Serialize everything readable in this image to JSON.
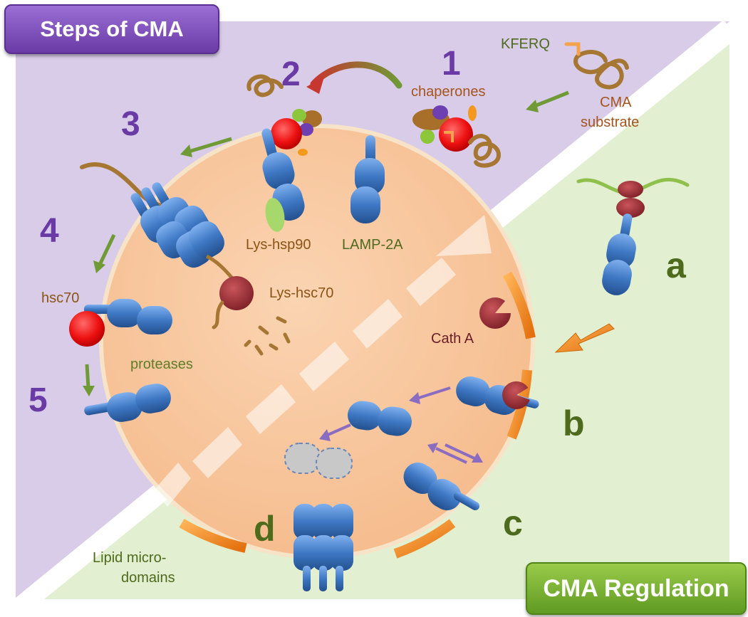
{
  "badges": {
    "steps": "Steps of CMA",
    "regulation": "CMA Regulation"
  },
  "step_numbers": [
    "1",
    "2",
    "3",
    "4",
    "5"
  ],
  "regulation_letters": [
    "a",
    "b",
    "c",
    "d"
  ],
  "labels": {
    "kferq": "KFERQ",
    "chaperones": "chaperones",
    "cma_substrate_1": "CMA",
    "cma_substrate_2": "substrate",
    "lys_hsp90": "Lys-hsp90",
    "lamp2a": "LAMP-2A",
    "lys_hsc70": "Lys-hsc70",
    "hsc70": "hsc70",
    "proteases": "proteases",
    "cath_a": "Cath A",
    "lipid_1": "Lipid micro-",
    "lipid_2": "domains"
  },
  "colors": {
    "steps_panel": "#d9cce8",
    "regulation_panel": "#e2efd0",
    "lysosome": "#f8c9a1",
    "lamp2a_blue": "#3f78c4",
    "hsc70_red": "#ee1111",
    "lys_hsc70": "#a4333a",
    "number_purple": "#6a3aa5",
    "letter_green": "#4e6a1c",
    "arrow_green": "#6f9a36",
    "arrow_purple": "#8a6cc0",
    "membrane_orange": "#f08a1c",
    "substrate_brown": "#a67633"
  }
}
